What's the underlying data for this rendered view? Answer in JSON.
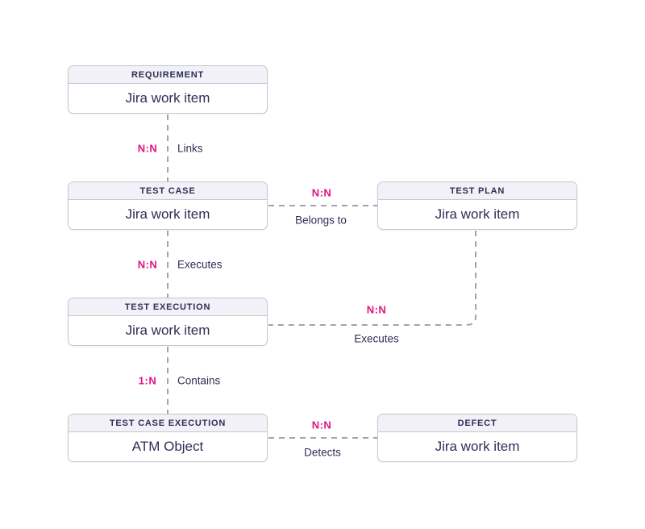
{
  "diagram": {
    "background": "#ffffff",
    "colors": {
      "accent_pink": "#e31383",
      "text_navy": "#2e2e56",
      "box_border": "#c6c6d2",
      "header_bg": "#f1f1f7",
      "connector_gray": "#a3a3ab"
    },
    "entities": [
      {
        "title": "REQUIREMENT",
        "subtitle": "Jira work item"
      },
      {
        "title": "TEST CASE",
        "subtitle": "Jira work item"
      },
      {
        "title": "TEST PLAN",
        "subtitle": "Jira work item"
      },
      {
        "title": "TEST EXECUTION",
        "subtitle": "Jira work item"
      },
      {
        "title": "TEST CASE EXECUTION",
        "subtitle": "ATM Object"
      },
      {
        "title": "DEFECT",
        "subtitle": "Jira work item"
      }
    ],
    "relationships": [
      {
        "cardinality": "N:N",
        "label": "Links",
        "from": "REQUIREMENT",
        "to": "TEST CASE"
      },
      {
        "cardinality": "N:N",
        "label": "Belongs to",
        "from": "TEST CASE",
        "to": "TEST PLAN"
      },
      {
        "cardinality": "N:N",
        "label": "Executes",
        "from": "TEST CASE",
        "to": "TEST EXECUTION"
      },
      {
        "cardinality": "N:N",
        "label": "Executes",
        "from": "TEST PLAN",
        "to": "TEST EXECUTION"
      },
      {
        "cardinality": "1:N",
        "label": "Contains",
        "from": "TEST EXECUTION",
        "to": "TEST CASE EXECUTION"
      },
      {
        "cardinality": "N:N",
        "label": "Detects",
        "from": "TEST CASE EXECUTION",
        "to": "DEFECT"
      }
    ]
  }
}
